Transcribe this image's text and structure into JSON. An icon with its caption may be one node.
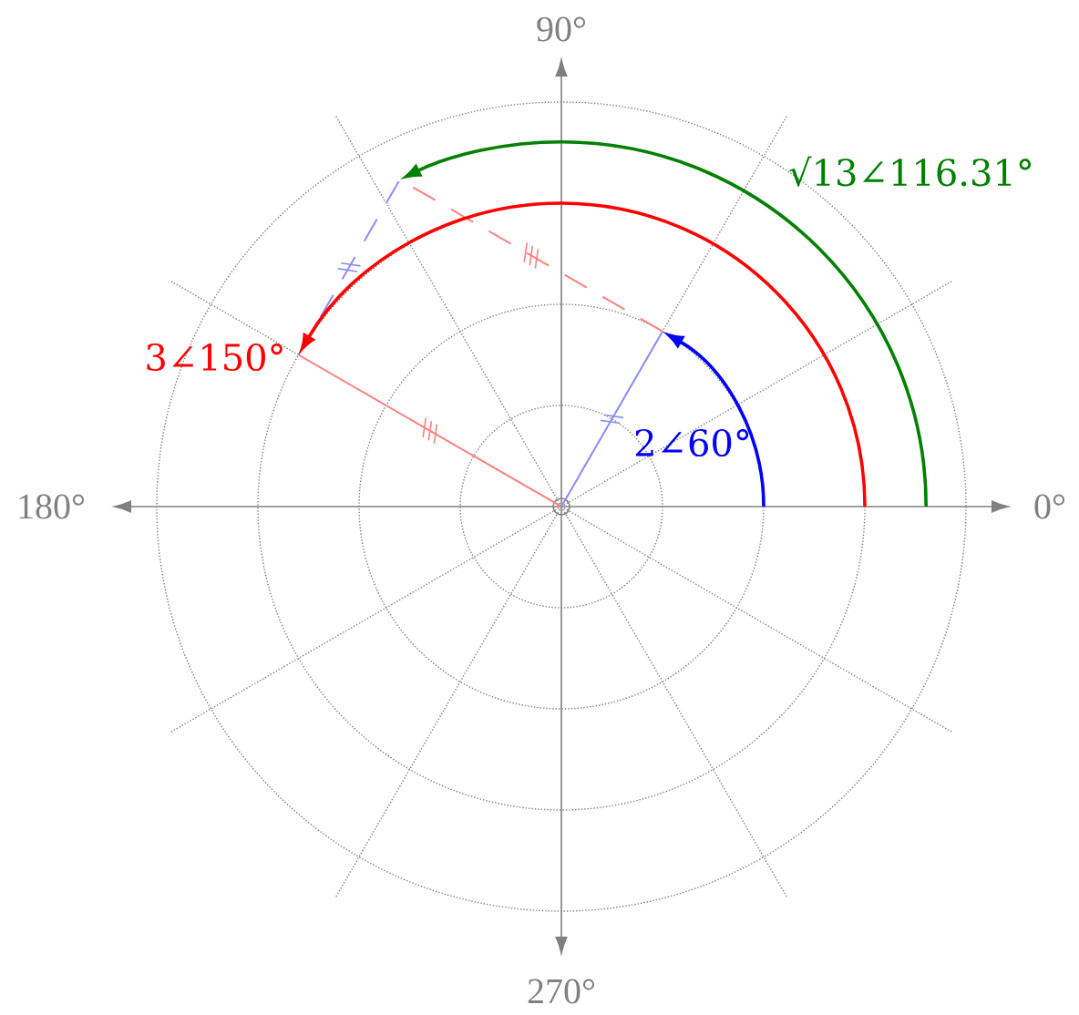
{
  "diagram": {
    "labels": [
      "90°",
      "0°",
      "180°",
      "270°",
      "√13∠116.31°",
      "3∠150°",
      "2∠60°"
    ]
  }
}
